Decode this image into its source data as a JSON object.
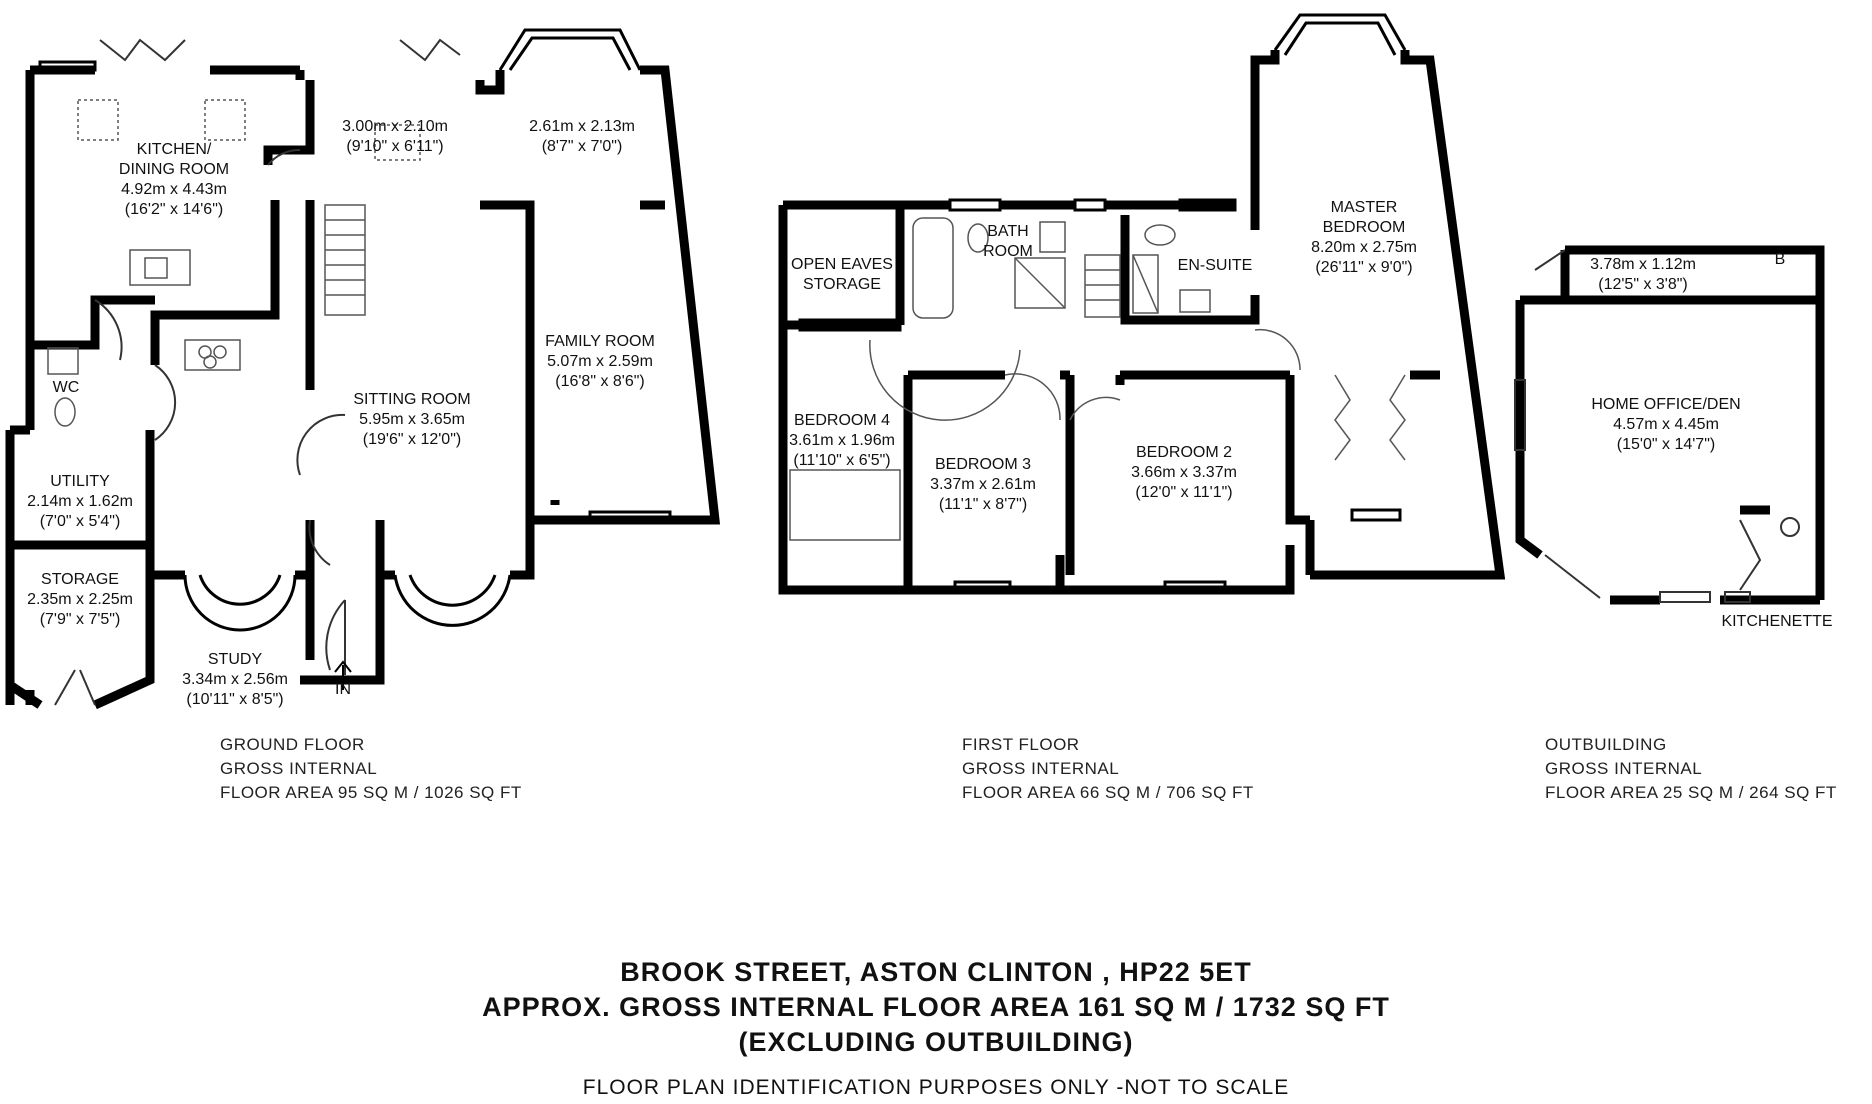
{
  "rooms": {
    "kitchen": {
      "name": "KITCHEN/\nDINING ROOM",
      "name_l1": "KITCHEN/",
      "name_l2": "DINING ROOM",
      "metric": "4.92m x 4.43m",
      "imperial": "(16'2\" x 14'6\")"
    },
    "hall_room": {
      "metric": "3.00m x 2.10m",
      "imperial": "(9'10\" x 6'11\")"
    },
    "bay_room": {
      "metric": "2.61m x 2.13m",
      "imperial": "(8'7\" x 7'0\")"
    },
    "family_room": {
      "name": "FAMILY ROOM",
      "metric": "5.07m x 2.59m",
      "imperial": "(16'8\" x 8'6\")"
    },
    "sitting_room": {
      "name": "SITTING ROOM",
      "metric": "5.95m x 3.65m",
      "imperial": "(19'6\" x 12'0\")"
    },
    "wc": {
      "name": "WC"
    },
    "utility": {
      "name": "UTILITY",
      "metric": "2.14m x 1.62m",
      "imperial": "(7'0\" x 5'4\")"
    },
    "storage": {
      "name": "STORAGE",
      "metric": "2.35m x 2.25m",
      "imperial": "(7'9\" x 7'5\")"
    },
    "study": {
      "name": "STUDY",
      "metric": "3.34m x 2.56m",
      "imperial": "(10'11\" x 8'5\")"
    },
    "entrance": {
      "name": "IN"
    },
    "eaves": {
      "name_l1": "OPEN EAVES",
      "name_l2": "STORAGE"
    },
    "bathroom": {
      "name_l1": "BATH",
      "name_l2": "ROOM"
    },
    "ensuite": {
      "name": "EN-SUITE"
    },
    "master": {
      "name_l1": "MASTER",
      "name_l2": "BEDROOM",
      "metric": "8.20m x 2.75m",
      "imperial": "(26'11\" x 9'0\")"
    },
    "bedroom4": {
      "name": "BEDROOM 4",
      "metric": "3.61m x 1.96m",
      "imperial": "(11'10\" x 6'5\")"
    },
    "bedroom3": {
      "name": "BEDROOM 3",
      "metric": "3.37m x 2.61m",
      "imperial": "(11'1\" x 8'7\")"
    },
    "bedroom2": {
      "name": "BEDROOM 2",
      "metric": "3.66m x 3.37m",
      "imperial": "(12'0\" x 11'1\")"
    },
    "outbuilding_store": {
      "metric": "3.78m x 1.12m",
      "imperial": "(12'5\" x 3'8\")",
      "code": "B"
    },
    "office": {
      "name": "HOME OFFICE/DEN",
      "metric": "4.57m x 4.45m",
      "imperial": "(15'0\" x 14'7\")"
    },
    "kitchenette": {
      "name": "KITCHENETTE"
    }
  },
  "floors": {
    "ground": {
      "l1": "GROUND FLOOR",
      "l2": "GROSS INTERNAL",
      "l3": "FLOOR AREA 95 SQ M / 1026 SQ FT"
    },
    "first": {
      "l1": "FIRST FLOOR",
      "l2": "GROSS INTERNAL",
      "l3": "FLOOR AREA 66 SQ M / 706 SQ FT"
    },
    "outbuilding": {
      "l1": "OUTBUILDING",
      "l2": "GROSS INTERNAL",
      "l3": "FLOOR AREA 25 SQ M / 264 SQ FT"
    }
  },
  "footer": {
    "address": "BROOK STREET, ASTON CLINTON , HP22 5ET",
    "total": "APPROX. GROSS INTERNAL FLOOR AREA 161 SQ M / 1732 SQ FT",
    "note": "(EXCLUDING OUTBUILDING)",
    "disclaimer": "FLOOR PLAN IDENTIFICATION PURPOSES ONLY -NOT TO SCALE"
  },
  "colors": {
    "wall": "#000000",
    "background": "#ffffff",
    "fixture": "#555555"
  }
}
